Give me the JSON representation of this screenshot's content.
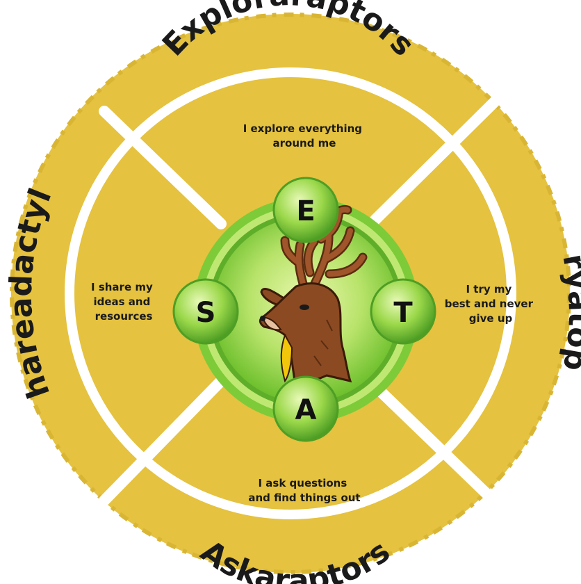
{
  "colors": {
    "mustard": "#E5C23F",
    "mustard_dark": "#D4AE2C",
    "green_light": "#BFE873",
    "green_mid": "#7DCB38",
    "green_dark": "#4E9E24",
    "deer_brown": "#8B4A22",
    "deer_dark": "#5A2C10",
    "bib_yellow": "#F2C60A"
  },
  "ring": {
    "top": "Exploraraptors",
    "right": "Tryatops",
    "bottom": "Askaraptors",
    "left": "Shareadactyls"
  },
  "quadrants": {
    "top": [
      "I explore everything",
      "around me"
    ],
    "right": [
      "I try my",
      "best and never",
      "give up"
    ],
    "bottom": [
      "I ask questions",
      "and find things out"
    ],
    "left": [
      "I share my",
      "ideas and",
      "resources"
    ]
  },
  "letters": {
    "top": "E",
    "right": "T",
    "bottom": "A",
    "left": "S"
  },
  "center_image": "stag-head-icon"
}
